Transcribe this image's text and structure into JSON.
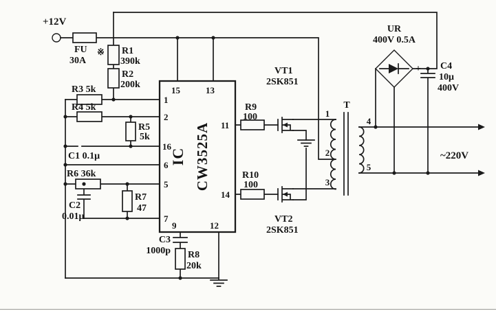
{
  "schematic": {
    "power": {
      "input_label": "+12V"
    },
    "fuse": {
      "ref": "FU",
      "value": "30A",
      "note_mark": "※"
    },
    "resistors": {
      "r1": {
        "ref": "R1",
        "value": "390k"
      },
      "r2": {
        "ref": "R2",
        "value": "200k"
      },
      "r3": {
        "label": "R3 5k"
      },
      "r4": {
        "label": "R4 5k"
      },
      "r5": {
        "ref": "R5",
        "value": "5k"
      },
      "r6": {
        "label": "R6 36k"
      },
      "r7": {
        "ref": "R7",
        "value": "47"
      },
      "r8": {
        "ref": "R8",
        "value": "20k"
      },
      "r9": {
        "ref": "R9",
        "value": "100"
      },
      "r10": {
        "ref": "R10",
        "value": "100"
      }
    },
    "capacitors": {
      "c1": {
        "label": "C1 0.1μ"
      },
      "c2": {
        "ref": "C2",
        "value": "0.01μ"
      },
      "c3": {
        "ref": "C3",
        "value": "1000p"
      },
      "c4": {
        "ref": "C4",
        "value": "10μ",
        "rating": "400V",
        "polarity": "+"
      }
    },
    "ic": {
      "label": "IC",
      "part": "CW3525A",
      "pins": {
        "p1": "1",
        "p2": "2",
        "p5": "5",
        "p6": "6",
        "p7": "7",
        "p9": "9",
        "p11": "11",
        "p12": "12",
        "p13": "13",
        "p14": "14",
        "p15": "15",
        "p16": "16"
      }
    },
    "mosfets": {
      "vt1": {
        "ref": "VT1",
        "part": "2SK851"
      },
      "vt2": {
        "ref": "VT2",
        "part": "2SK851"
      }
    },
    "transformer": {
      "ref": "T",
      "pins": {
        "p1": "1",
        "p2": "2",
        "p3": "3",
        "p4": "4",
        "p5": "5"
      }
    },
    "bridge": {
      "ref": "UR",
      "rating": "400V 0.5A"
    },
    "output": {
      "label": "~220V"
    },
    "colors": {
      "line": "#1b1b1b",
      "background": "#fbfbf8"
    }
  }
}
